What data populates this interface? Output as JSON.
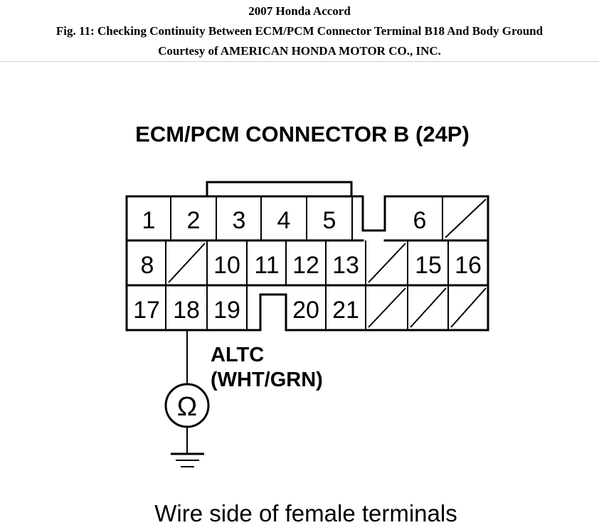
{
  "header": {
    "title": "2007 Honda Accord",
    "figure": "Fig. 11: Checking Continuity Between ECM/PCM Connector Terminal B18 And Body Ground",
    "courtesy": "Courtesy of AMERICAN HONDA MOTOR CO., INC."
  },
  "diagram": {
    "connector_title": "ECM/PCM CONNECTOR B (24P)",
    "terminals": {
      "t1": "1",
      "t2": "2",
      "t3": "3",
      "t4": "4",
      "t5": "5",
      "t6": "6",
      "t8": "8",
      "t10": "10",
      "t11": "11",
      "t12": "12",
      "t13": "13",
      "t15": "15",
      "t16": "16",
      "t17": "17",
      "t18": "18",
      "t19": "19",
      "t20": "20",
      "t21": "21"
    },
    "wire_name": "ALTC",
    "wire_color": "(WHT/GRN)",
    "ohmmeter_symbol": "Ω",
    "caption": "Wire side of female terminals"
  }
}
